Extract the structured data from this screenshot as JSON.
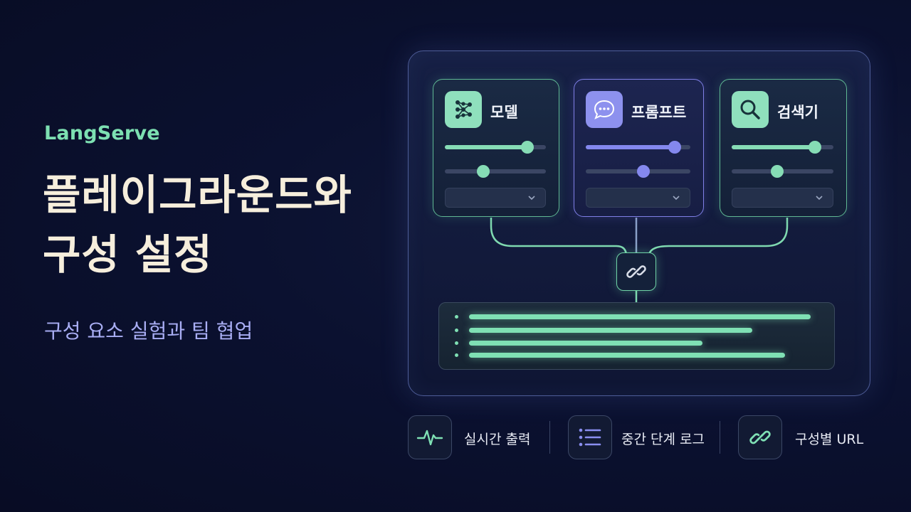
{
  "hero": {
    "brand": "LangServe",
    "title_line1": "플레이그라운드와",
    "title_line2": "구성 설정",
    "subtitle": "구성 요소 실험과 팀 협업"
  },
  "cards": [
    {
      "label": "모델",
      "icon": "neural-network-icon",
      "slider1": 0.82,
      "slider2": 0.38
    },
    {
      "label": "프롬프트",
      "icon": "chat-bubble-icon",
      "slider1": 0.85,
      "slider2": 0.55
    },
    {
      "label": "검색기",
      "icon": "search-icon",
      "slider1": 0.82,
      "slider2": 0.45
    }
  ],
  "features": [
    {
      "label": "실시간 출력",
      "icon": "pulse-icon"
    },
    {
      "label": "중간 단계 로그",
      "icon": "list-icon"
    },
    {
      "label": "구성별 URL",
      "icon": "link-icon"
    }
  ],
  "colors": {
    "accent_green": "#86dcb5",
    "accent_purple": "#8488ee",
    "title": "#f6eedc",
    "subtitle": "#a9aef4"
  }
}
